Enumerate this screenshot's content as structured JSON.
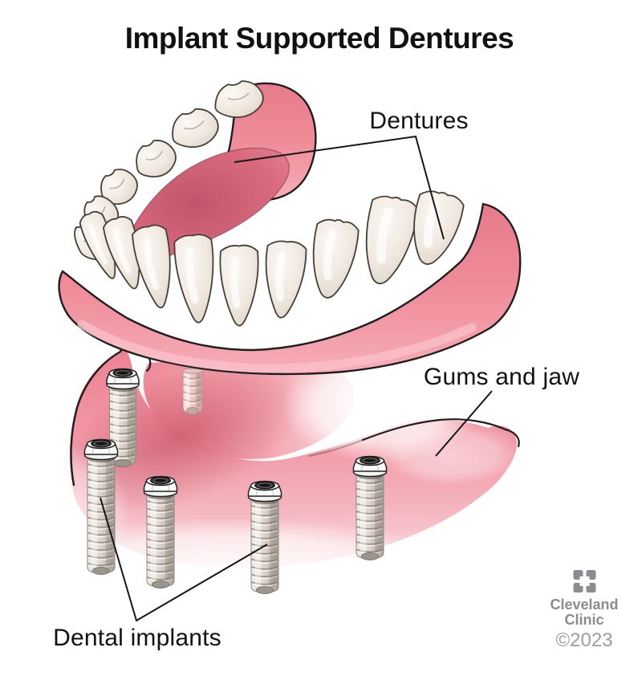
{
  "title": "Implant Supported Dentures",
  "labels": {
    "dentures": "Dentures",
    "gums_and_jaw": "Gums and jaw",
    "dental_implants": "Dental implants"
  },
  "credit": {
    "org_line1": "Cleveland",
    "org_line2": "Clinic",
    "copyright": "©2023"
  },
  "figure": {
    "type": "medical-illustration",
    "subject": "implant-supported-dentures",
    "parts": [
      "dentures",
      "gums-and-jaw",
      "dental-implants"
    ],
    "implant_count": 6
  },
  "palette": {
    "background": "#FFFFFF",
    "title_text": "#111111",
    "label_text": "#121212",
    "outline": "#1E1E1E",
    "gum_main": "#F0909B",
    "gum_dark": "#C95E70",
    "gum_light": "#F7C3CA",
    "tooth": "#F1EBE3",
    "tooth_shadow": "#D9CFC2",
    "implant_metal": "#DDD5CD",
    "implant_head": "#FFFFFF",
    "implant_screw_dark": "#2A2A2A",
    "logo_gray": "#8A8D90"
  }
}
